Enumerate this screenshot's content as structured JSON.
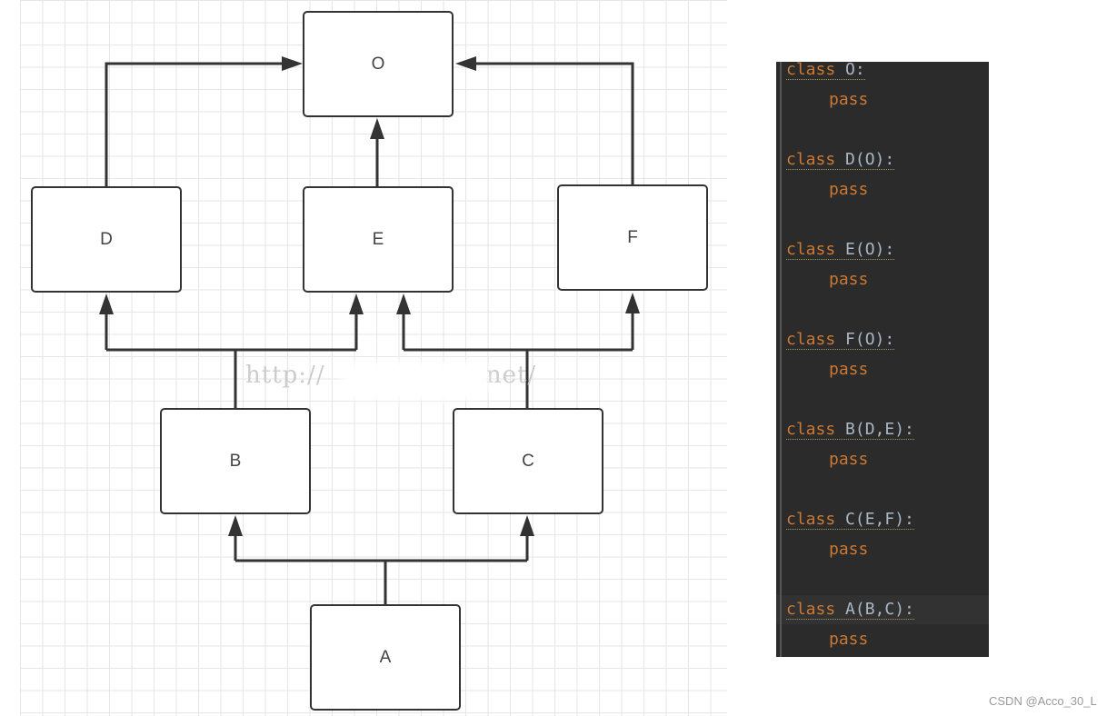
{
  "diagram": {
    "boxes": {
      "O": "O",
      "D": "D",
      "E": "E",
      "F": "F",
      "B": "B",
      "C": "C",
      "A": "A"
    },
    "watermark_left": "http://",
    "watermark_right": ".net/"
  },
  "code": {
    "lines": [
      {
        "keyword": "class",
        "name": "O:",
        "body": "pass"
      },
      {
        "keyword": "class",
        "name": "D(O):",
        "body": "pass"
      },
      {
        "keyword": "class",
        "name": "E(O):",
        "body": "pass"
      },
      {
        "keyword": "class",
        "name": "F(O):",
        "body": "pass"
      },
      {
        "keyword": "class",
        "name": "B(D,E):",
        "body": "pass"
      },
      {
        "keyword": "class",
        "name": "C(E,F):",
        "body": "pass"
      },
      {
        "keyword": "class",
        "name": "A(B,C):",
        "body": "pass"
      }
    ]
  },
  "footer": {
    "credit": "CSDN @Acco_30_L"
  }
}
